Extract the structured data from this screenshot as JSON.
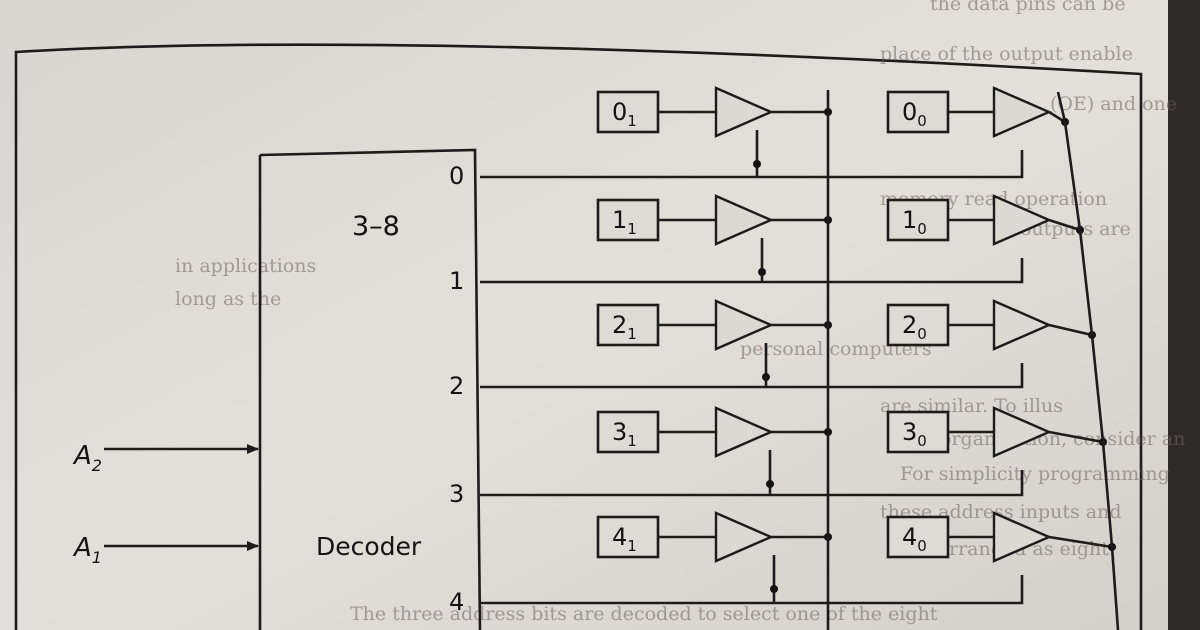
{
  "decoder": {
    "type_label": "3–8",
    "name_label": "Decoder"
  },
  "inputs": [
    {
      "base": "A",
      "sub": "2"
    },
    {
      "base": "A",
      "sub": "1"
    }
  ],
  "outputs": [
    "0",
    "1",
    "2",
    "3",
    "4"
  ],
  "cells_col1": [
    {
      "base": "0",
      "sub": "1"
    },
    {
      "base": "1",
      "sub": "1"
    },
    {
      "base": "2",
      "sub": "1"
    },
    {
      "base": "3",
      "sub": "1"
    },
    {
      "base": "4",
      "sub": "1"
    }
  ],
  "cells_col0": [
    {
      "base": "0",
      "sub": "0"
    },
    {
      "base": "1",
      "sub": "0"
    },
    {
      "base": "2",
      "sub": "0"
    },
    {
      "base": "3",
      "sub": "0"
    },
    {
      "base": "4",
      "sub": "0"
    }
  ],
  "bleed_text": [
    "the data pins can be",
    "place of the output enable",
    "(OE) and one",
    "memory read operation",
    "outputs are",
    "in applications",
    "long as the",
    "personal computers",
    "are similar. To illus",
    "organization, consider an",
    "For simplicity programming",
    "these address inputs and",
    "are arranged as eight",
    "The three address bits are decoded to select one of the eight"
  ]
}
